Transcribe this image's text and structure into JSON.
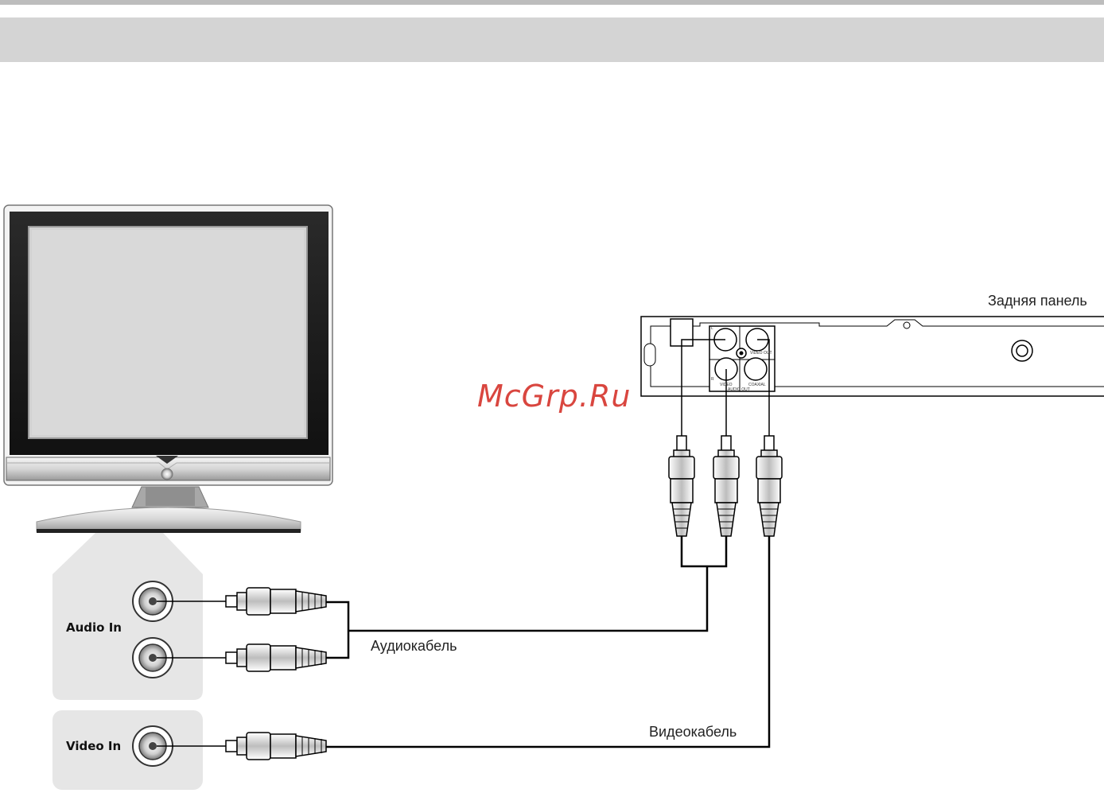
{
  "labels": {
    "rear_panel": "Задняя панель",
    "audio_cable": "Аудиокабель",
    "video_cable": "Видеокабель",
    "audio_in": "Audio In",
    "video_in": "Video In"
  },
  "player_jacks": {
    "left": "L",
    "right": "R",
    "video_out": "VIDEO OUT",
    "video": "VIDEO",
    "coaxial": "COAXIAL",
    "audio_out": "AUDIO OUT"
  },
  "watermark": "McGrp.Ru",
  "colors": {
    "watermark": "#d9463f",
    "header_band": "#d4d4d4",
    "port_panel": "#e6e6e6",
    "line": "#000000"
  }
}
